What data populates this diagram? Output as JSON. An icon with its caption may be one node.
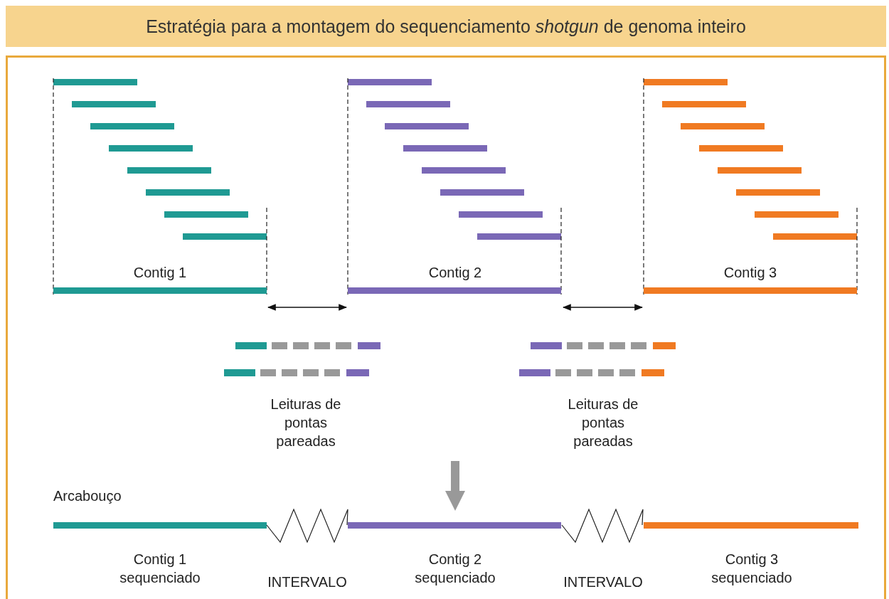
{
  "diagram": {
    "title": "Estratégia para a montagem do sequenciamento *shotgun* de genoma inteiro",
    "labels": [
      "Contig 1",
      "Contig 2",
      "Contig 3",
      "Leituras de pontas pareadas",
      "Leituras de pontas pareadas",
      "Arcabouço",
      "Contig 1 sequenciado",
      "INTERVALO",
      "Contig 2 sequenciado",
      "INTERVALO",
      "Contig 3 sequenciado"
    ]
  }
}
